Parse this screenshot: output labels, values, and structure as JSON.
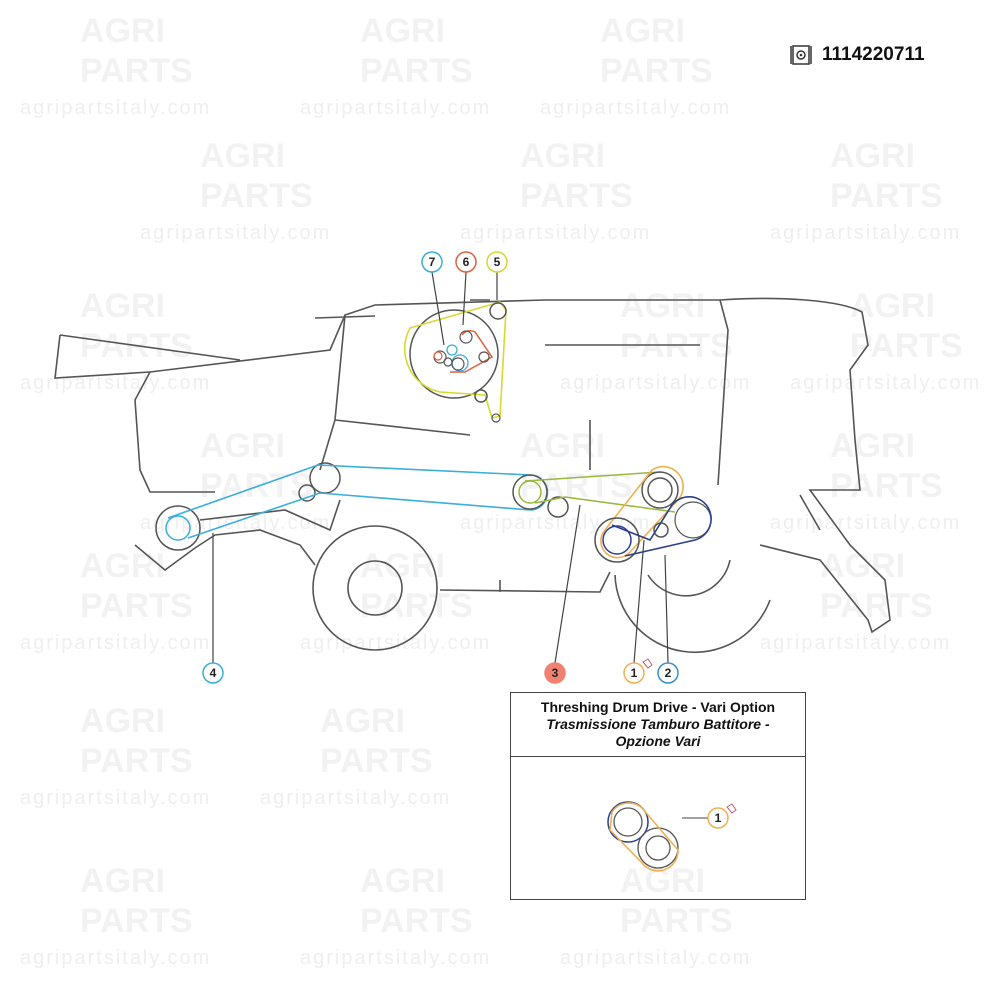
{
  "header": {
    "part_number": "1114220711",
    "part_icon": "parts-catalog-icon"
  },
  "watermark": {
    "brand_line1": "AGRI",
    "brand_line2": "PARTS",
    "url": "agripartsitaly.com"
  },
  "callouts": [
    {
      "number": "1",
      "color": "#f0b050"
    },
    {
      "number": "2",
      "color": "#3a8fd0"
    },
    {
      "number": "3",
      "color": "#f08070",
      "filled": true
    },
    {
      "number": "4",
      "color": "#3aaedc"
    },
    {
      "number": "5",
      "color": "#d8d830"
    },
    {
      "number": "6",
      "color": "#e06040"
    },
    {
      "number": "7",
      "color": "#3aaedc"
    }
  ],
  "legend": {
    "title": "Threshing Drum Drive - Vari Option",
    "subtitle_line1": "Trasmissione Tamburo Battitore -",
    "subtitle_line2": "Opzione Vari",
    "callout": "1"
  },
  "colors": {
    "outline": "#555555",
    "belt_blue": "#3aaedc",
    "belt_green": "#9ab83a",
    "belt_orange": "#f0b050",
    "belt_navy": "#2a3f8f",
    "belt_yellow": "#d8d830",
    "belt_red": "#e06040"
  }
}
